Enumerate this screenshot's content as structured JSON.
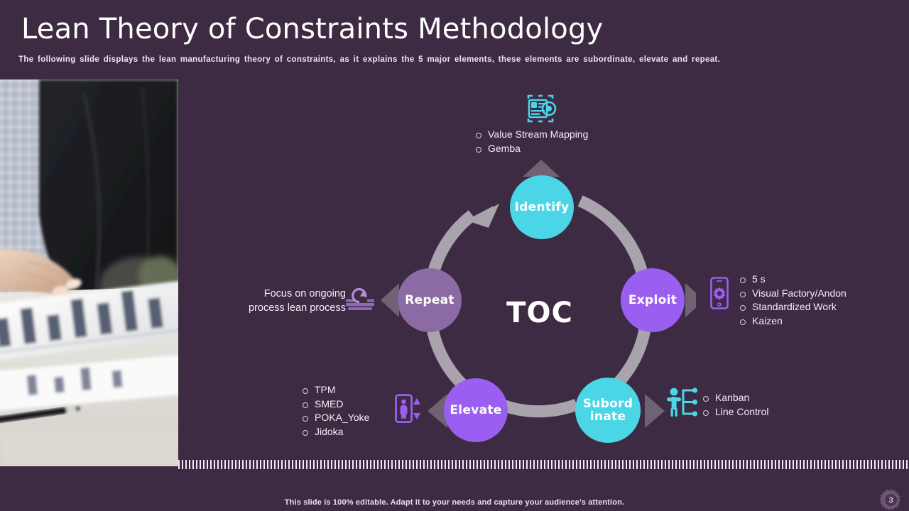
{
  "slide": {
    "title": "Lean Theory of Constraints Methodology",
    "subtitle": "The following slide displays the lean manufacturing theory of constraints, as it explains the 5 major elements, these elements are subordinate, elevate and repeat.",
    "background_color": "#3D2B44",
    "footer_note": "This slide is 100% editable. Adapt it to your needs and capture your audience's attention.",
    "page_number": "3"
  },
  "diagram": {
    "center_label": "TOC",
    "ring_color": "#A8A3AD",
    "nodes": [
      {
        "id": "identify",
        "label": "Identify",
        "color": "#4AD6E6"
      },
      {
        "id": "exploit",
        "label": "Exploit",
        "color": "#9A5FF0"
      },
      {
        "id": "subordinate",
        "label": "Subord\ninate",
        "label_line1": "Subord",
        "label_line2": "inate",
        "color": "#4AD6E6"
      },
      {
        "id": "elevate",
        "label": "Elevate",
        "color": "#9A5FF0"
      },
      {
        "id": "repeat",
        "label": "Repeat",
        "color": "#8C6AA4"
      }
    ]
  },
  "callouts": {
    "identify": {
      "icon": "value-stream-map-icon",
      "icon_color": "#4AD6E6",
      "items": [
        "Value Stream Mapping",
        "Gemba"
      ]
    },
    "exploit": {
      "icon": "mobile-gear-icon",
      "icon_color": "#9A5FF0",
      "items": [
        "5 s",
        "Visual Factory/Andon",
        "Standardized Work",
        "Kaizen"
      ]
    },
    "subordinate": {
      "icon": "person-network-icon",
      "icon_color": "#4AD6E6",
      "items": [
        "Kanban",
        "Line Control"
      ]
    },
    "elevate": {
      "icon": "elevator-icon",
      "icon_color": "#9A5FF0",
      "items": [
        "TPM",
        "SMED",
        "POKA_Yoke",
        "Jidoka"
      ]
    },
    "repeat": {
      "icon": "refresh-cycle-icon",
      "icon_color": "#9A5FF0",
      "text_line1": "Focus on ongoing",
      "text_line2": "process lean process"
    }
  }
}
